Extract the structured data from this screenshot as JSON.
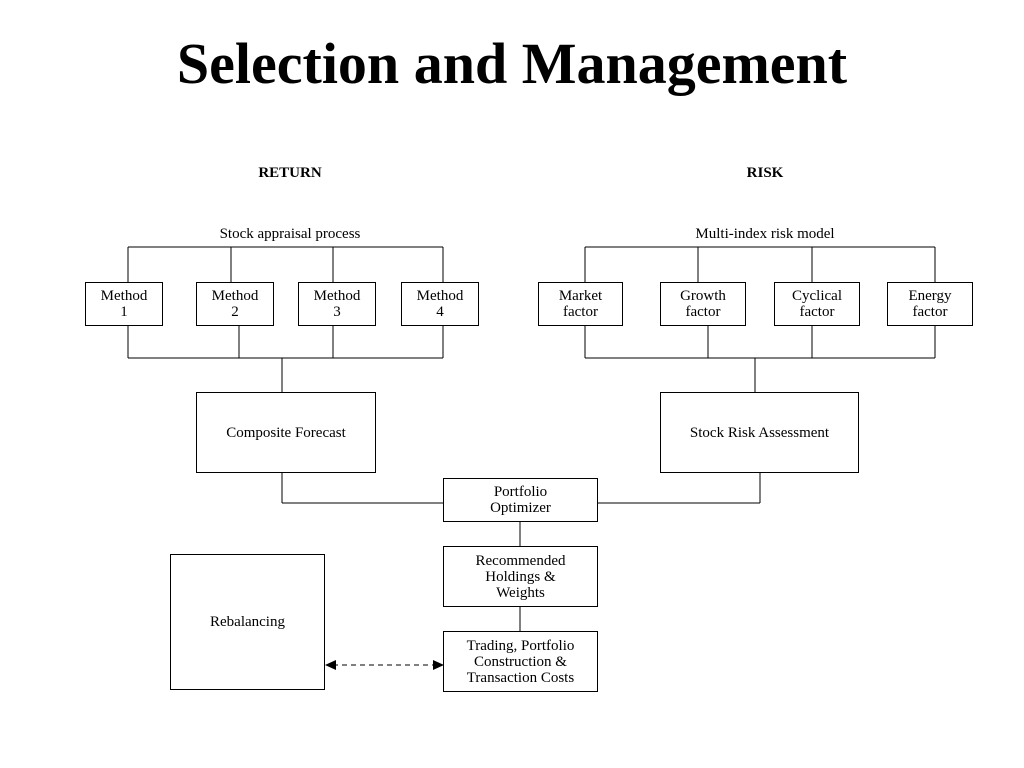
{
  "title": "Selection and Management",
  "return_section": {
    "header": "RETURN",
    "process_label": "Stock appraisal process",
    "methods": [
      {
        "line1": "Method",
        "line2": "1"
      },
      {
        "line1": "Method",
        "line2": "2"
      },
      {
        "line1": "Method",
        "line2": "3"
      },
      {
        "line1": "Method",
        "line2": "4"
      }
    ],
    "composite": "Composite Forecast"
  },
  "risk_section": {
    "header": "RISK",
    "model_label": "Multi-index risk model",
    "factors": [
      {
        "line1": "Market",
        "line2": "factor"
      },
      {
        "line1": "Growth",
        "line2": "factor"
      },
      {
        "line1": "Cyclical",
        "line2": "factor"
      },
      {
        "line1": "Energy",
        "line2": "factor"
      }
    ],
    "assessment": "Stock Risk Assessment"
  },
  "optimizer": {
    "line1": "Portfolio",
    "line2": "Optimizer"
  },
  "holdings": {
    "line1": "Recommended",
    "line2": "Holdings &",
    "line3": "Weights"
  },
  "trading": {
    "line1": "Trading, Portfolio",
    "line2": "Construction &",
    "line3": "Transaction Costs"
  },
  "rebalancing": "Rebalancing"
}
